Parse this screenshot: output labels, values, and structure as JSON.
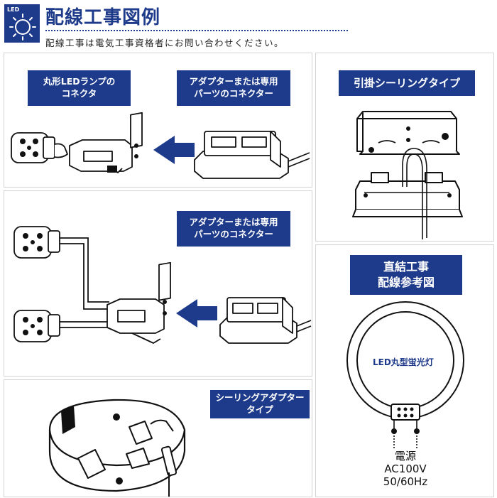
{
  "header": {
    "logo_text": "LED",
    "title": "配線工事図例",
    "subtitle": "配線工事は電気工事資格者にお問い合わせください。"
  },
  "panels": {
    "connector": {
      "label_left": [
        "丸形LEDランプの",
        "コネクタ"
      ],
      "label_right": [
        "アダプターまたは専用",
        "パーツのコネクター"
      ]
    },
    "dual": {
      "label": [
        "アダプターまたは専用",
        "パーツのコネクター"
      ]
    },
    "ceiling": {
      "label": [
        "シーリングアダプター",
        "タイプ"
      ]
    },
    "hook": {
      "label": "引掛シーリングタイプ"
    },
    "direct": {
      "label": [
        "直結工事",
        "配線参考図"
      ],
      "ring_label": "LED丸型蛍光灯",
      "power_label": "電源",
      "voltage": "AC100V",
      "frequency": "50/60Hz"
    }
  },
  "colors": {
    "brand": "#1e3a8a",
    "line": "#111111",
    "panel_border": "#d4d4d4"
  }
}
